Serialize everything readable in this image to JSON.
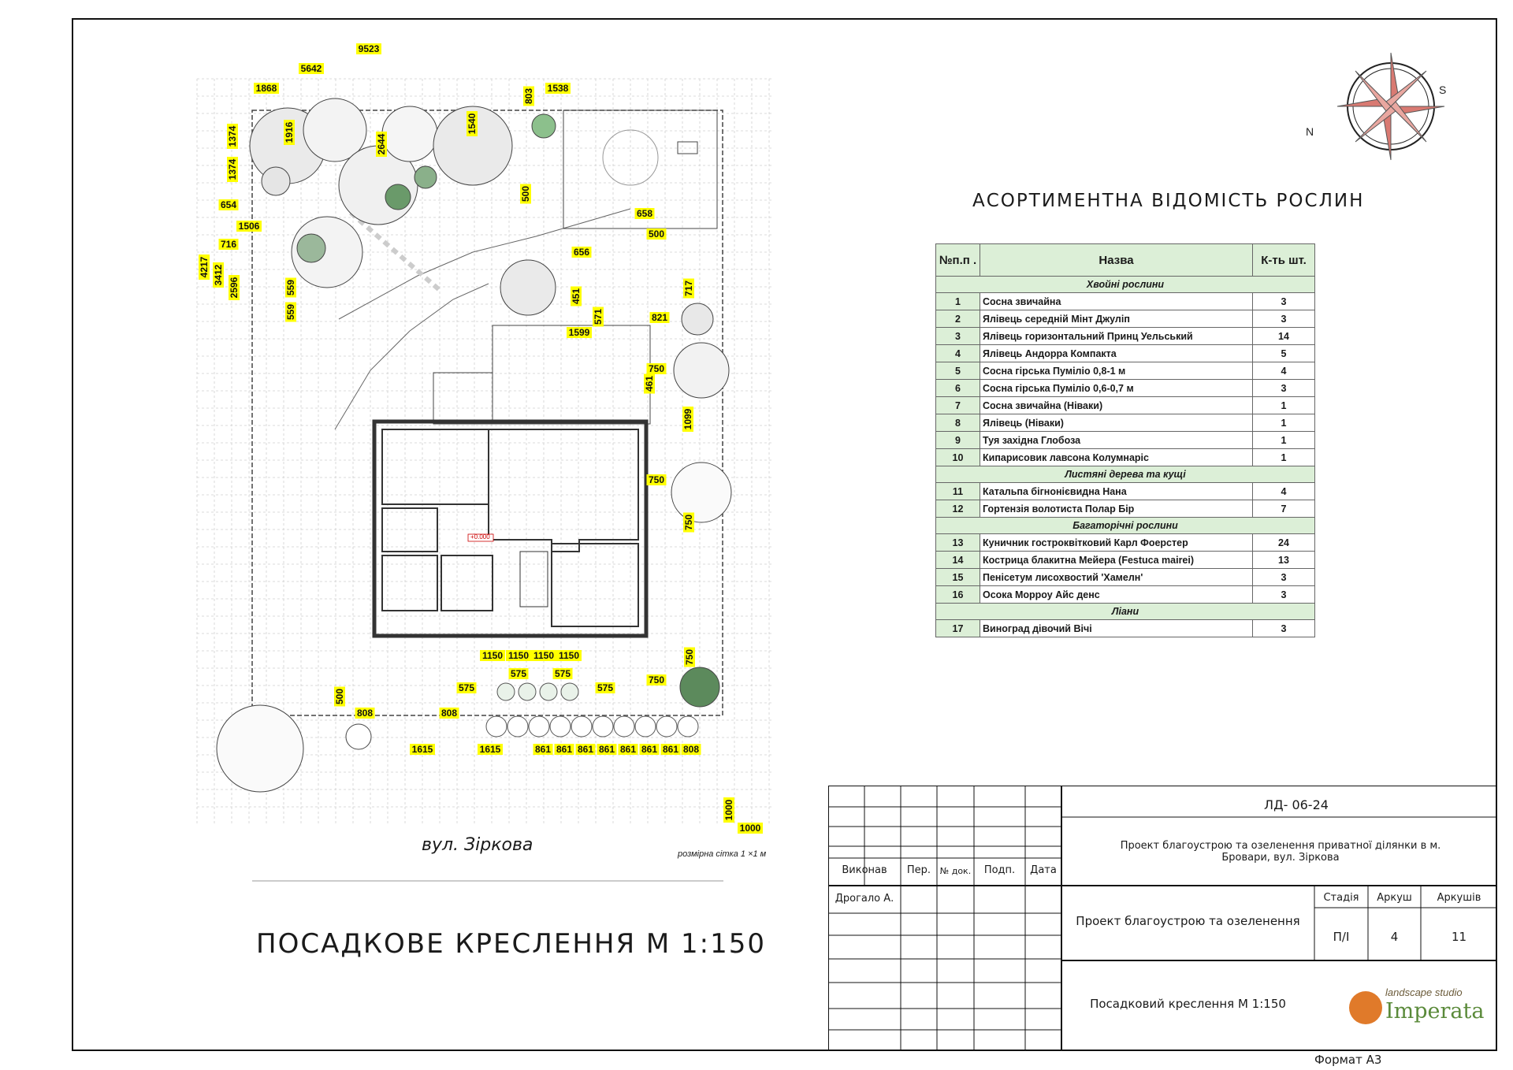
{
  "compass": {
    "n": "N",
    "s": "S"
  },
  "schedule": {
    "title": "АСОРТИМЕНТНА ВІДОМІСТЬ РОСЛИН",
    "headers": {
      "no": "№п.п .",
      "name": "Назва",
      "qty": "К-ть шт."
    },
    "sections": [
      {
        "title": "Хвойні рослини",
        "rows": [
          {
            "no": "1",
            "name": "Сосна звичайна",
            "qty": "3"
          },
          {
            "no": "2",
            "name": "Ялівець середній Мінт Джуліп",
            "qty": "3"
          },
          {
            "no": "3",
            "name": "Ялівець горизонтальний Принц Уельський",
            "qty": "14"
          },
          {
            "no": "4",
            "name": "Ялівець Андорра Компакта",
            "qty": "5"
          },
          {
            "no": "5",
            "name": "Сосна гірська Пуміліо 0,8-1 м",
            "qty": "4"
          },
          {
            "no": "6",
            "name": "Сосна гірська Пуміліо  0,6-0,7 м",
            "qty": "3"
          },
          {
            "no": "7",
            "name": "Сосна звичайна (Ніваки)",
            "qty": "1"
          },
          {
            "no": "8",
            "name": "Ялівець (Ніваки)",
            "qty": "1"
          },
          {
            "no": "9",
            "name": "Туя західна Глобоза",
            "qty": "1"
          },
          {
            "no": "10",
            "name": "Кипарисовик лавсона Колумнаріс",
            "qty": "1"
          }
        ]
      },
      {
        "title": "Листяні дерева та кущі",
        "rows": [
          {
            "no": "11",
            "name": "Катальпа бігнонієвидна Нана",
            "qty": "4"
          },
          {
            "no": "12",
            "name": "Гортензія волотиста Полар Бір",
            "qty": "7"
          }
        ]
      },
      {
        "title": "Багаторічні рослини",
        "rows": [
          {
            "no": "13",
            "name": "Куничник гостроквітковий Карл Фоерстер",
            "qty": "24"
          },
          {
            "no": "14",
            "name": "Кострица блакитна  Мейера (Festuca mairei)",
            "qty": "13"
          },
          {
            "no": "15",
            "name": "Пенісетум  лисохвостий 'Хамелн'",
            "qty": "3"
          },
          {
            "no": "16",
            "name": "Осока Морроу Айс денс",
            "qty": "3"
          }
        ]
      },
      {
        "title": "Ліани",
        "rows": [
          {
            "no": "17",
            "name": "Виноград дівочий Вічі",
            "qty": "3"
          }
        ]
      }
    ]
  },
  "plan": {
    "street": "вул. Зіркова",
    "grid_note": "розмірна сітка  1 ×1 м",
    "level_mark": "+0.000",
    "dims": [
      "9523",
      "5642",
      "1868",
      "803",
      "1538",
      "1374",
      "1916",
      "2644",
      "1540",
      "1374",
      "654",
      "1506",
      "716",
      "4217",
      "3412",
      "2596",
      "559",
      "559",
      "500",
      "658",
      "500",
      "656",
      "451",
      "571",
      "1599",
      "717",
      "821",
      "750",
      "461",
      "1099",
      "750",
      "750",
      "1150",
      "1150",
      "1150",
      "1150",
      "575",
      "575",
      "575",
      "575",
      "750",
      "750",
      "500",
      "808",
      "808",
      "1615",
      "1615",
      "861",
      "861",
      "861",
      "861",
      "861",
      "861",
      "861",
      "808",
      "1000",
      "1000"
    ]
  },
  "drawing_title": "ПОСАДКОВЕ КРЕСЛЕННЯ М 1:150",
  "title_block": {
    "code": "ЛД- 06-24",
    "project": "Проект благоустрою та озеленення  приватної ділянки в м. Бровари, вул. Зіркова",
    "col_headers": [
      "Виконав",
      "Пер.",
      "№ док.",
      "Подп.",
      "Дата"
    ],
    "author": "Дрогало А.",
    "stage_title": "Проект благоустрою та озеленення",
    "stage_labels": [
      "Стадія",
      "Аркуш",
      "Аркушів"
    ],
    "stage_values": [
      "П/І",
      "4",
      "11"
    ],
    "sheet_title": "Посадковий креслення М 1:150",
    "logo_top": "landscape studio",
    "logo_main": "Imperata",
    "format": "Формат А3"
  },
  "colors": {
    "accent_green": "#dcefd7",
    "dim_yellow": "#ffff00",
    "compass_red": "#d97a72"
  }
}
